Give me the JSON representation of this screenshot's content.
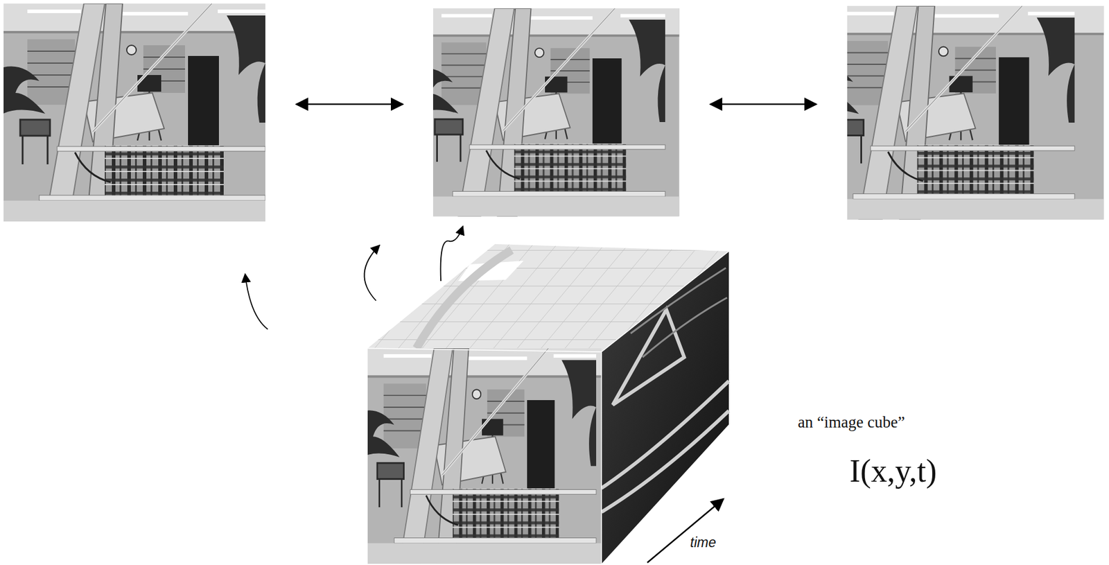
{
  "diagram": {
    "labels": [
      "an “image cube”",
      "I(x,y,t)",
      "time"
    ]
  }
}
